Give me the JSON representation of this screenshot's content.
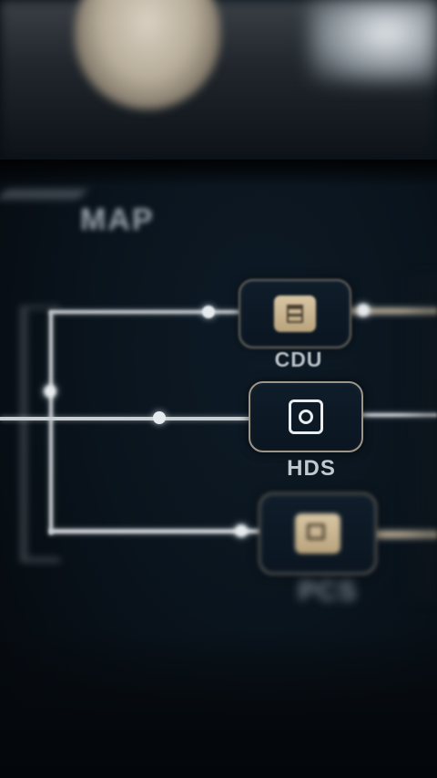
{
  "map": {
    "title": "MAP"
  },
  "nodes": [
    {
      "label": "CDU",
      "icon": "panel-tile-icon"
    },
    {
      "label": "HDS",
      "icon": "target-icon"
    },
    {
      "label": "PCS",
      "icon": "document-tile-icon"
    }
  ],
  "colors": {
    "background": "#0a141d",
    "line": "#c9ced2",
    "node_border": "#6e6b63",
    "tile": "#d8c6a4",
    "label": "#b9c0c6"
  }
}
